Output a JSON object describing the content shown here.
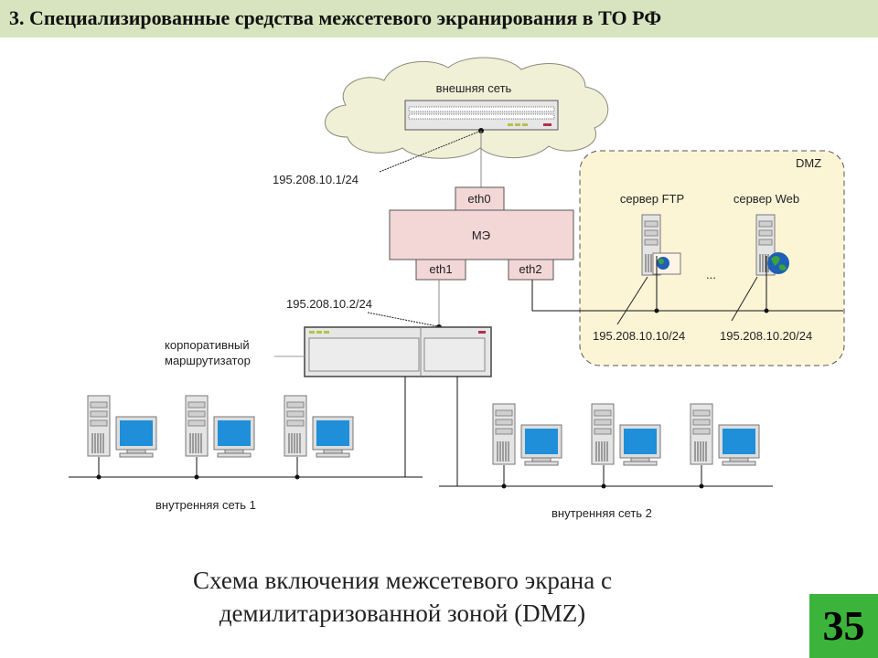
{
  "header": {
    "title": "3. Специализированные средства межсетевого экранирования в ТО РФ"
  },
  "diagram": {
    "external_network": "внешняя сеть",
    "external_ip": "195.208.10.1/24",
    "firewall": "МЭ",
    "eth0": "eth0",
    "eth1": "eth1",
    "eth2": "eth2",
    "dmz_label": "DMZ",
    "ftp_server": "сервер FTP",
    "web_server": "сервер Web",
    "ellipsis": "...",
    "ftp_ip": "195.208.10.10/24",
    "web_ip": "195.208.10.20/24",
    "router_ip": "195.208.10.2/24",
    "router_label_1": "корпоративный",
    "router_label_2": "маршрутизатор",
    "internal_net_1": "внутренняя сеть 1",
    "internal_net_2": "внутренняя сеть 2"
  },
  "caption": {
    "line1": "Схема включения межсетевого экрана с",
    "line2": "демилитаризованной зоной (DMZ)"
  },
  "page_number": "35"
}
